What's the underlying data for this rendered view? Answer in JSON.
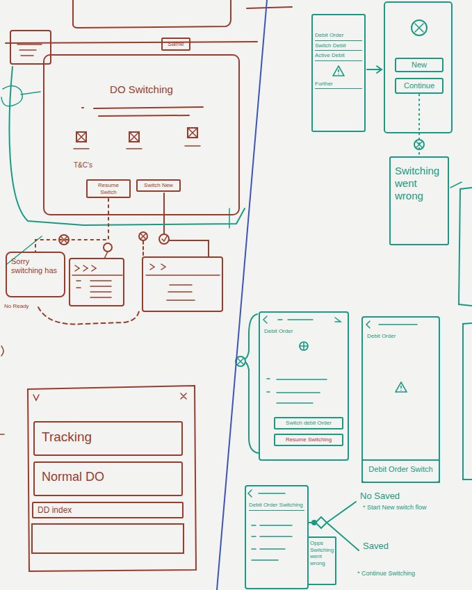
{
  "diagram": {
    "nodes": [
      {
        "text": [
          "Same"
        ]
      },
      {
        "text": [
          "DO Switching"
        ]
      },
      {
        "text": [
          "Resume Switch"
        ],
        "in": 1
      },
      {
        "text": [
          "Switch New"
        ],
        "in": 1
      },
      {
        "text": [
          "Sorry switching has"
        ]
      },
      {
        "text": [
          "Tracking"
        ]
      },
      {
        "text": [
          "Normal DO"
        ]
      },
      {
        "text": [
          "DD index"
        ]
      },
      {
        "text": [
          "Debit Order",
          "Switch Debit",
          "Active Debit",
          "Further"
        ]
      },
      {
        "text": [
          "New"
        ]
      },
      {
        "text": [
          "Continue"
        ]
      },
      {
        "text": [
          "Switching went wrong"
        ]
      },
      {
        "text": [
          "Debit Order"
        ]
      },
      {
        "text": [
          "Switch debit Order"
        ],
        "in": 12
      },
      {
        "text": [
          "Resume Switching"
        ],
        "in": 12
      },
      {
        "text": [
          "Debit Order"
        ]
      },
      {
        "text": [
          "Debit Order Switch"
        ],
        "in": 15
      },
      {
        "text": [
          "Debit Order Switching"
        ]
      },
      {
        "text": [
          "Opps Switching went wrong"
        ]
      }
    ],
    "edges": [
      {
        "from": 2,
        "to": 4,
        "arrow": "none"
      },
      {
        "from": 10,
        "to": 11,
        "arrow": "none"
      }
    ],
    "labels": [
      "T&C's",
      "No Ready",
      "No Saved",
      "* Start New switch flow",
      "Saved",
      "* Continue Switching"
    ]
  }
}
